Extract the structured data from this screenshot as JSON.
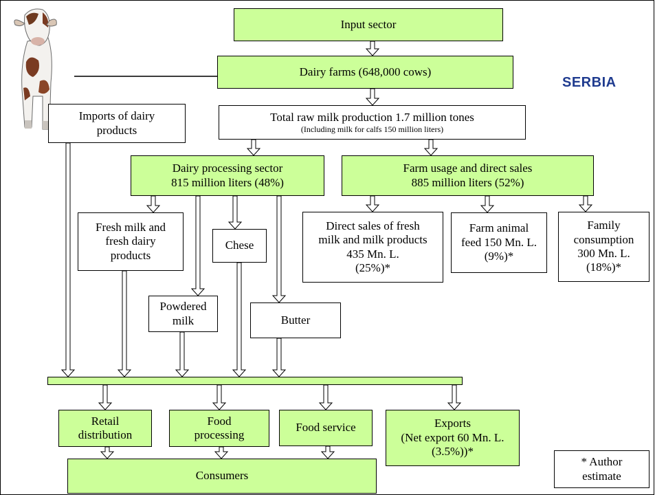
{
  "country": "SERBIA",
  "colors": {
    "box_fill": "#ccff99",
    "country_label": "#1f3b8f"
  },
  "illustration": "cow-photo",
  "boxes": {
    "input_sector": "Input sector",
    "dairy_farms": "Dairy farms (648,000 cows)",
    "imports": {
      "l1": "Imports of dairy",
      "l2": "products"
    },
    "raw_milk": {
      "l1": "Total raw milk production 1.7  million tones",
      "l2": "(Including milk for calfs 150 million liters)"
    },
    "processing": {
      "l1": "Dairy processing sector",
      "l2": "815 million liters (48%)"
    },
    "farm_usage": {
      "l1": "Farm usage and direct sales",
      "l2": "885 million liters (52%)"
    },
    "fresh_milk": {
      "l1": "Fresh milk and",
      "l2": "fresh dairy",
      "l3": "products"
    },
    "cheese": "Chese",
    "powdered": {
      "l1": "Powdered",
      "l2": "milk"
    },
    "butter": "Butter",
    "direct_sales": {
      "l1": "Direct sales of fresh",
      "l2": "milk and milk products",
      "l3": "435 Mn. L.",
      "l4": "(25%)*"
    },
    "animal_feed": {
      "l1": "Farm animal",
      "l2": "feed 150 Mn. L.",
      "l3": "(9%)*"
    },
    "family": {
      "l1": "Family",
      "l2": "consumption",
      "l3": "300 Mn. L.",
      "l4": "(18%)*"
    },
    "retail": {
      "l1": "Retail",
      "l2": "distribution"
    },
    "food_processing": {
      "l1": "Food",
      "l2": "processing"
    },
    "food_service": "Food service",
    "exports": {
      "l1": "Exports",
      "l2": "(Net export 60 Mn. L.",
      "l3": "(3.5%))*"
    },
    "consumers": "Consumers",
    "note": {
      "l1": "* Author",
      "l2": "estimate"
    }
  }
}
